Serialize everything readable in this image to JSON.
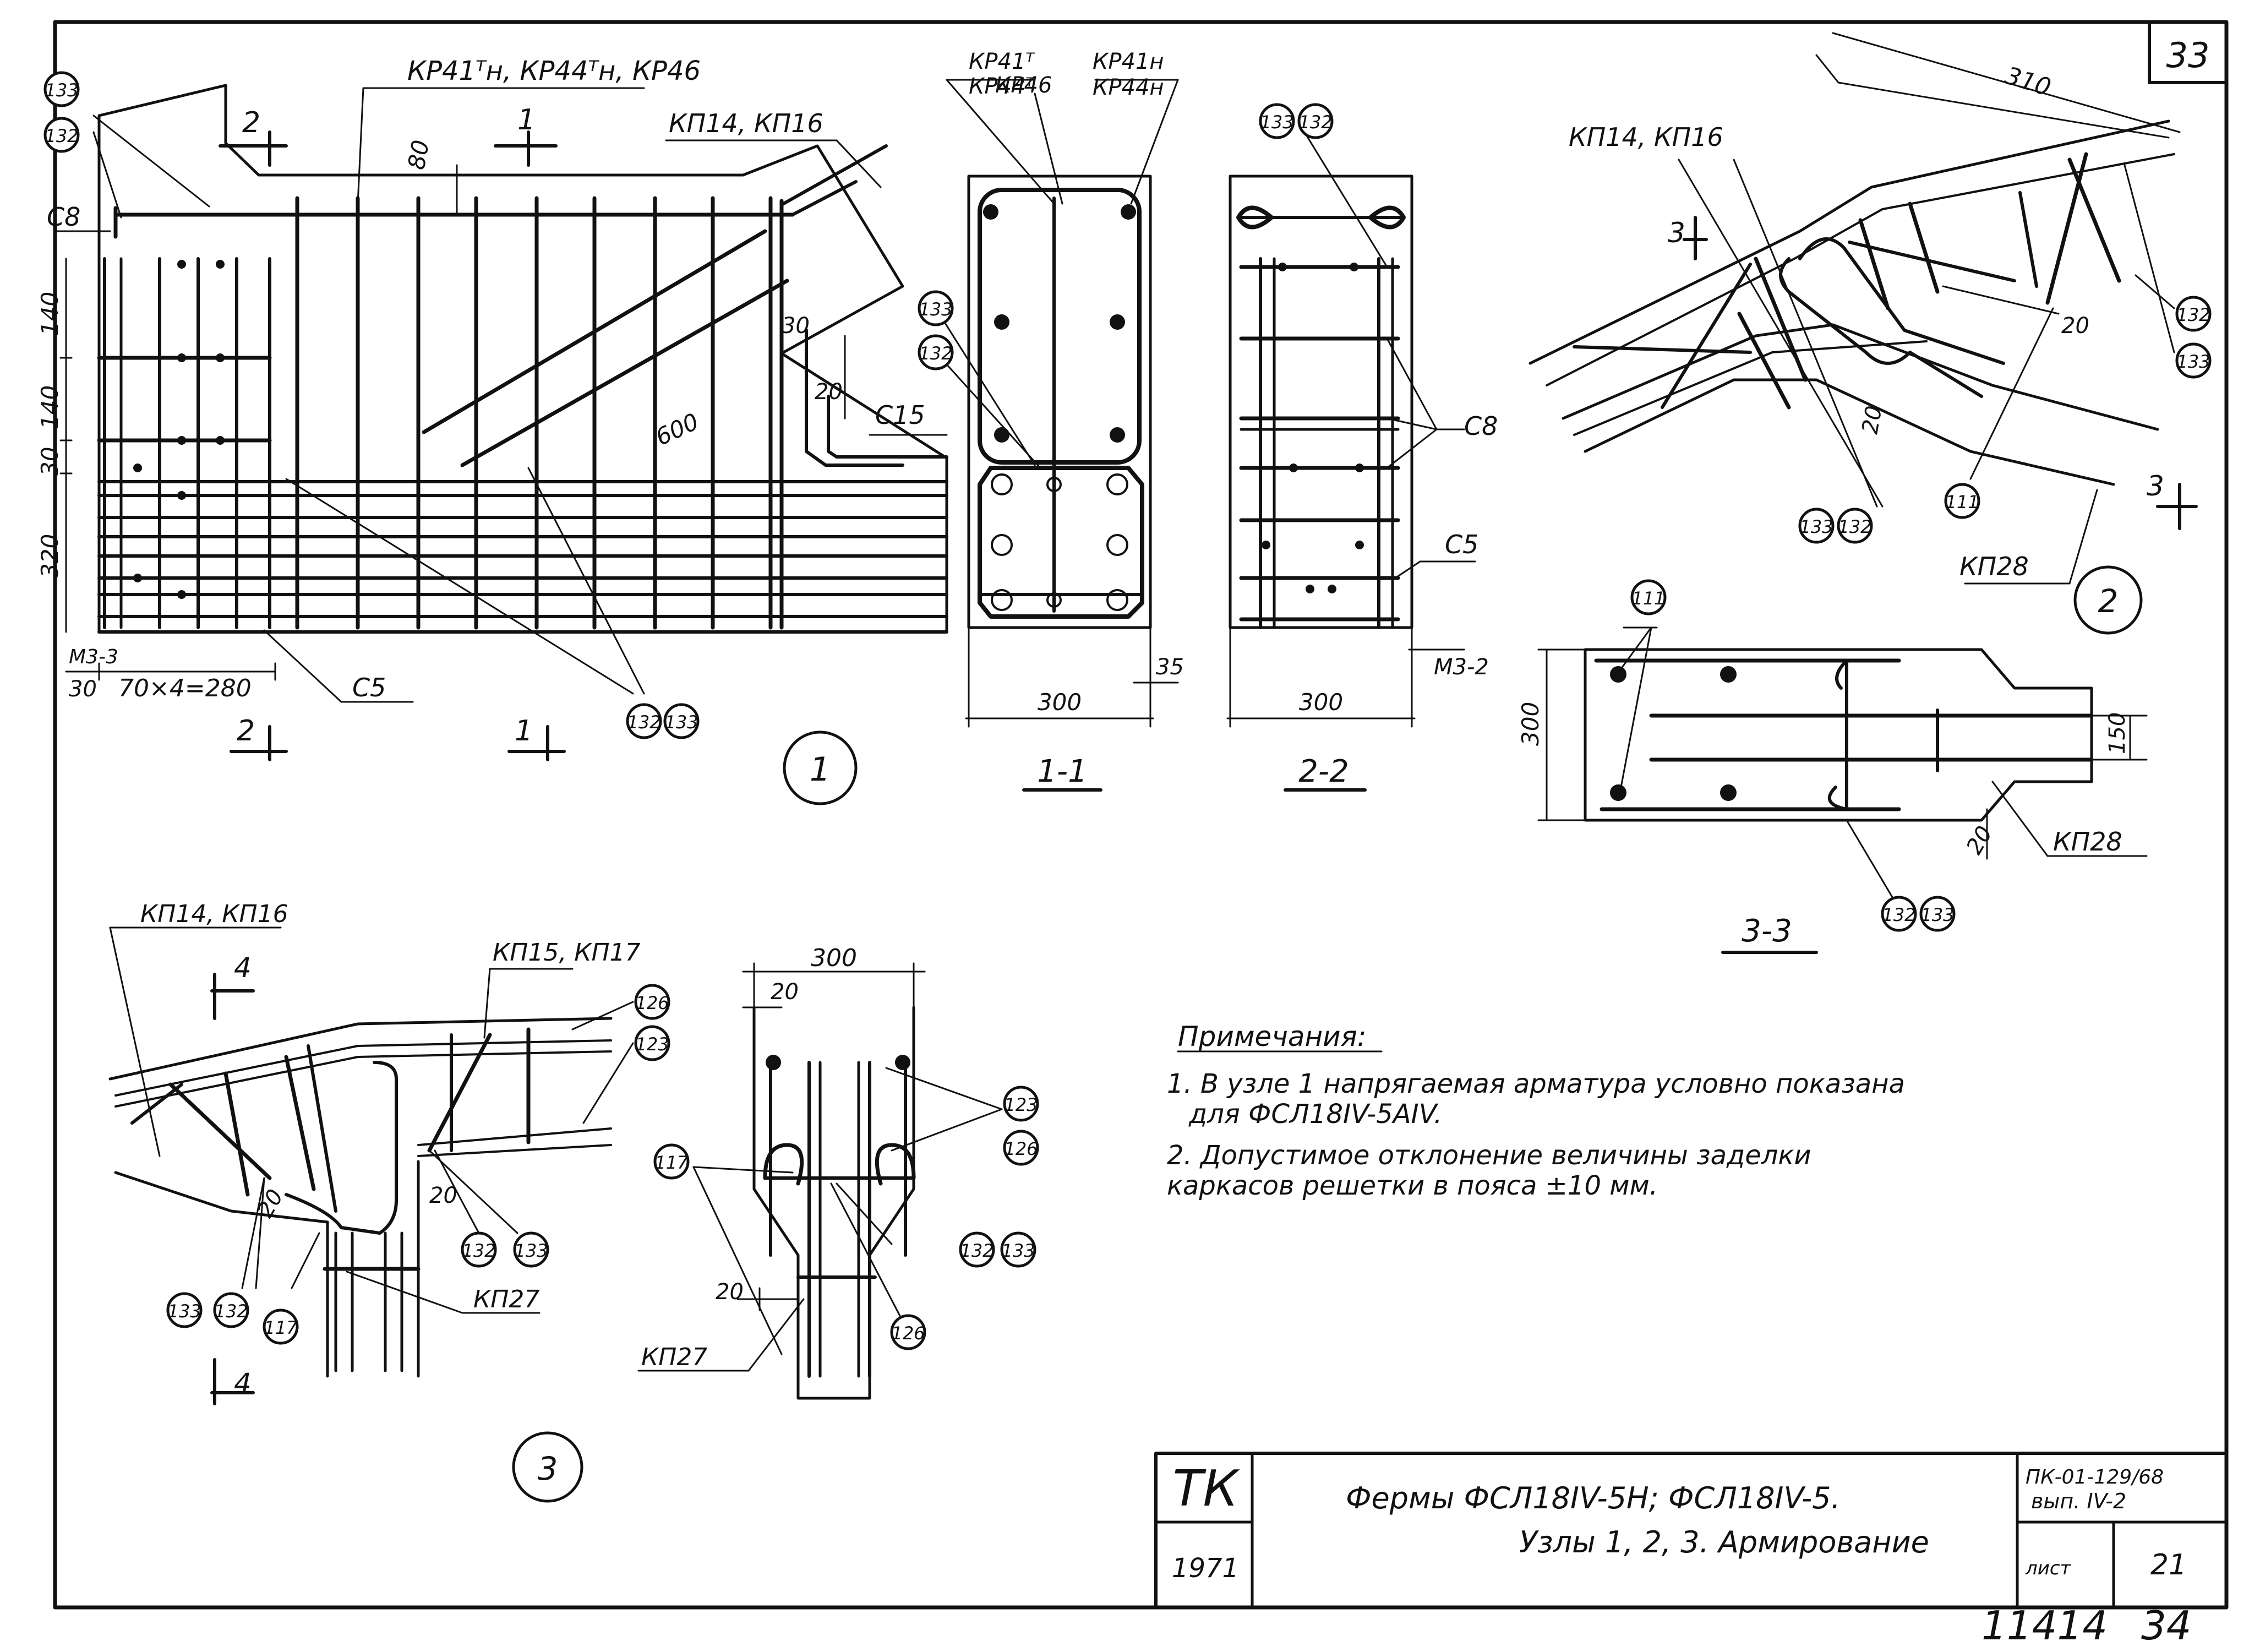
{
  "sheet": {
    "number": "33",
    "bottom_numbers": [
      "11414",
      "34"
    ]
  },
  "node1": {
    "circle": "1",
    "labels": {
      "kr_top": "КР41ᵀн, КР44ᵀн, КР46",
      "kp": "КП14, КП16",
      "c8": "С8",
      "c15": "С15",
      "c5": "С5",
      "m3": "М3-3"
    },
    "dims": {
      "d80": "80",
      "d140a": "140",
      "d140b": "140",
      "d30": "30",
      "d320": "320",
      "d600": "600",
      "d20": "20",
      "d30r": "30",
      "d30b": "30",
      "d280": "70×4=280"
    },
    "cuts": {
      "c2": "2",
      "c1": "1",
      "c2b": "2",
      "c1b": "1"
    },
    "balloons": [
      "133",
      "132",
      "132",
      "133"
    ]
  },
  "sec11": {
    "title": "1-1",
    "kr41t": "КР41ᵀ",
    "kr44t": "КР44ᵀ",
    "kr46": "КР46",
    "kr41n": "КР41н",
    "kr44n": "КР44н",
    "width": "300",
    "d35": "35",
    "balloons": [
      "133",
      "132"
    ]
  },
  "sec22": {
    "title": "2-2",
    "c8": "С8",
    "c5": "С5",
    "m3": "М3-2",
    "width": "300",
    "balloons": [
      "133",
      "132"
    ]
  },
  "node2": {
    "circle": "2",
    "kp": "КП14, КП16",
    "kp28": "КП28",
    "d310": "310",
    "d20": "20",
    "d20b": "20",
    "cut3a": "3",
    "cut3b": "3",
    "balloons": [
      "132",
      "133",
      "133",
      "132",
      "111"
    ]
  },
  "sec33": {
    "title": "3-3",
    "d300": "300",
    "d150": "150",
    "d20": "20",
    "kp28": "КП28",
    "balloons": [
      "111",
      "132",
      "133"
    ]
  },
  "node3": {
    "circle": "3",
    "kp14": "КП14, КП16",
    "kp15": "КП15, КП17",
    "kp27": "КП27",
    "d20a": "20",
    "d20b": "20",
    "cut4a": "4",
    "cut4b": "4",
    "balloons": [
      "126",
      "123",
      "132",
      "133",
      "133",
      "132",
      "117"
    ]
  },
  "sec44": {
    "d300": "300",
    "d20a": "20",
    "d20b": "20",
    "kp27": "КП27",
    "balloons": [
      "123",
      "126",
      "117",
      "132",
      "133",
      "126"
    ]
  },
  "notes": {
    "title": "Примечания:",
    "n1a": "1. В узле 1 напрягаемая арматура условно показана",
    "n1b": "для  ФСЛ18IV-5AIV.",
    "n2a": "2. Допустимое отклонение величины заделки",
    "n2b": "каркасов решетки в пояса ±10 мм."
  },
  "titleblock": {
    "org": "ТК",
    "year": "1971",
    "line1": "Фермы   ФСЛ18IV-5Н;  ФСЛ18IV-5.",
    "line2": "Узлы 1, 2, 3.  Армирование",
    "series": "ПК-01-129/68",
    "issue": "вып. IV-2",
    "list_label": "лист",
    "list_no": "21"
  }
}
